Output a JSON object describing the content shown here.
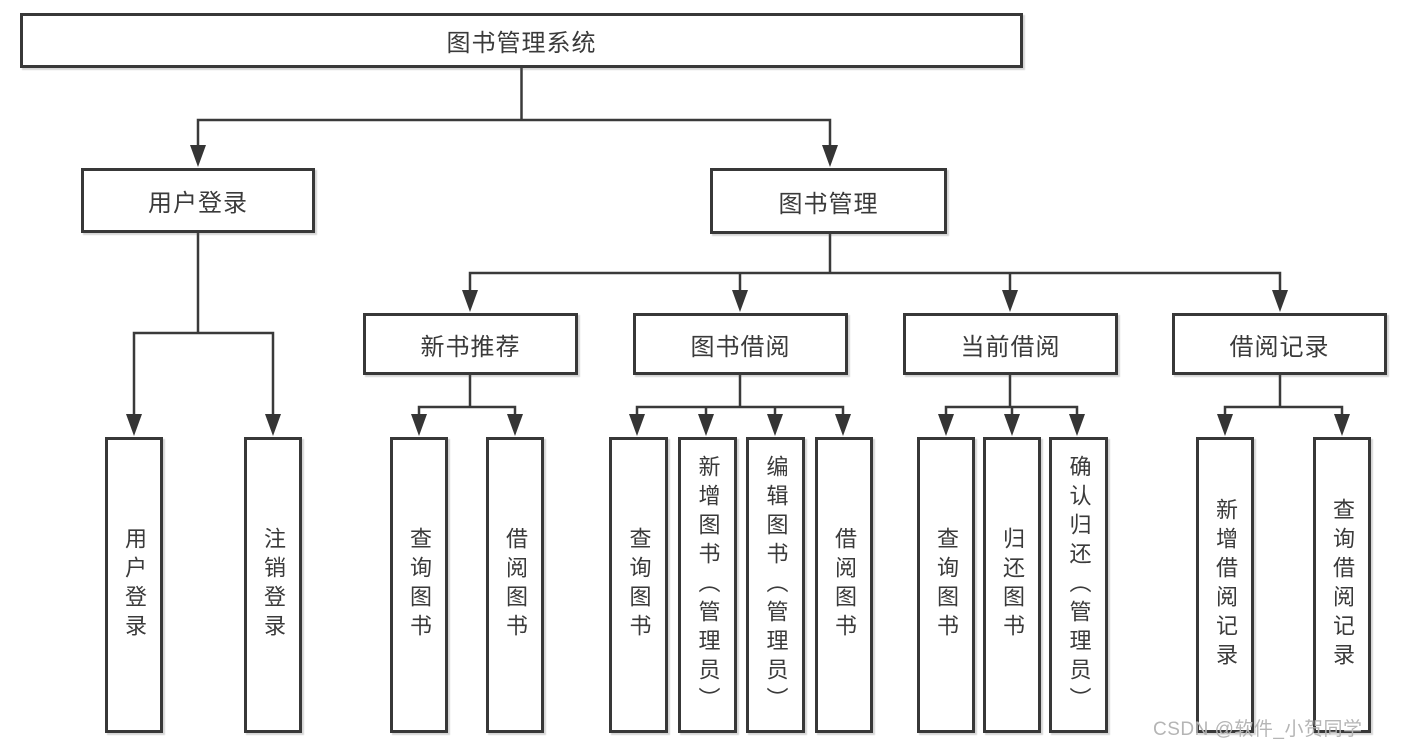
{
  "page": {
    "background": "#ffffff",
    "line_color": "#3a3a3a",
    "text_color": "#3a3a3a",
    "watermark_color": "#b5b5b5"
  },
  "nodes": {
    "root": {
      "label": "图书管理系统"
    },
    "user_login": {
      "label": "用户登录"
    },
    "book_management": {
      "label": "图书管理"
    },
    "new_book_recommend": {
      "label": "新书推荐"
    },
    "book_borrow": {
      "label": "图书借阅"
    },
    "current_borrow": {
      "label": "当前借阅"
    },
    "borrow_records": {
      "label": "借阅记录"
    },
    "leaf_user_login": {
      "label": "用户登录"
    },
    "leaf_logout": {
      "label": "注销登录"
    },
    "leaf_nb_query_books": {
      "label": "查询图书"
    },
    "leaf_nb_borrow_books": {
      "label": "借阅图书"
    },
    "leaf_bb_query_books": {
      "label": "查询图书"
    },
    "leaf_bb_add_books": {
      "label": "新增图书（管理员）"
    },
    "leaf_bb_edit_books": {
      "label": "编辑图书（管理员）"
    },
    "leaf_bb_borrow_books": {
      "label": "借阅图书"
    },
    "leaf_cb_query_books": {
      "label": "查询图书"
    },
    "leaf_cb_return_books": {
      "label": "归还图书"
    },
    "leaf_cb_confirm_return": {
      "label": "确认归还（管理员）"
    },
    "leaf_rec_add_record": {
      "label": "新增借阅记录"
    },
    "leaf_rec_query_record": {
      "label": "查询借阅记录"
    }
  },
  "tree": {
    "图书管理系统": {
      "用户登录": [
        "用户登录",
        "注销登录"
      ],
      "图书管理": {
        "新书推荐": [
          "查询图书",
          "借阅图书"
        ],
        "图书借阅": [
          "查询图书",
          "新增图书（管理员）",
          "编辑图书（管理员）",
          "借阅图书"
        ],
        "当前借阅": [
          "查询图书",
          "归还图书",
          "确认归还（管理员）"
        ],
        "借阅记录": [
          "新增借阅记录",
          "查询借阅记录"
        ]
      }
    }
  },
  "watermark": "CSDN @软件_小贺同学"
}
